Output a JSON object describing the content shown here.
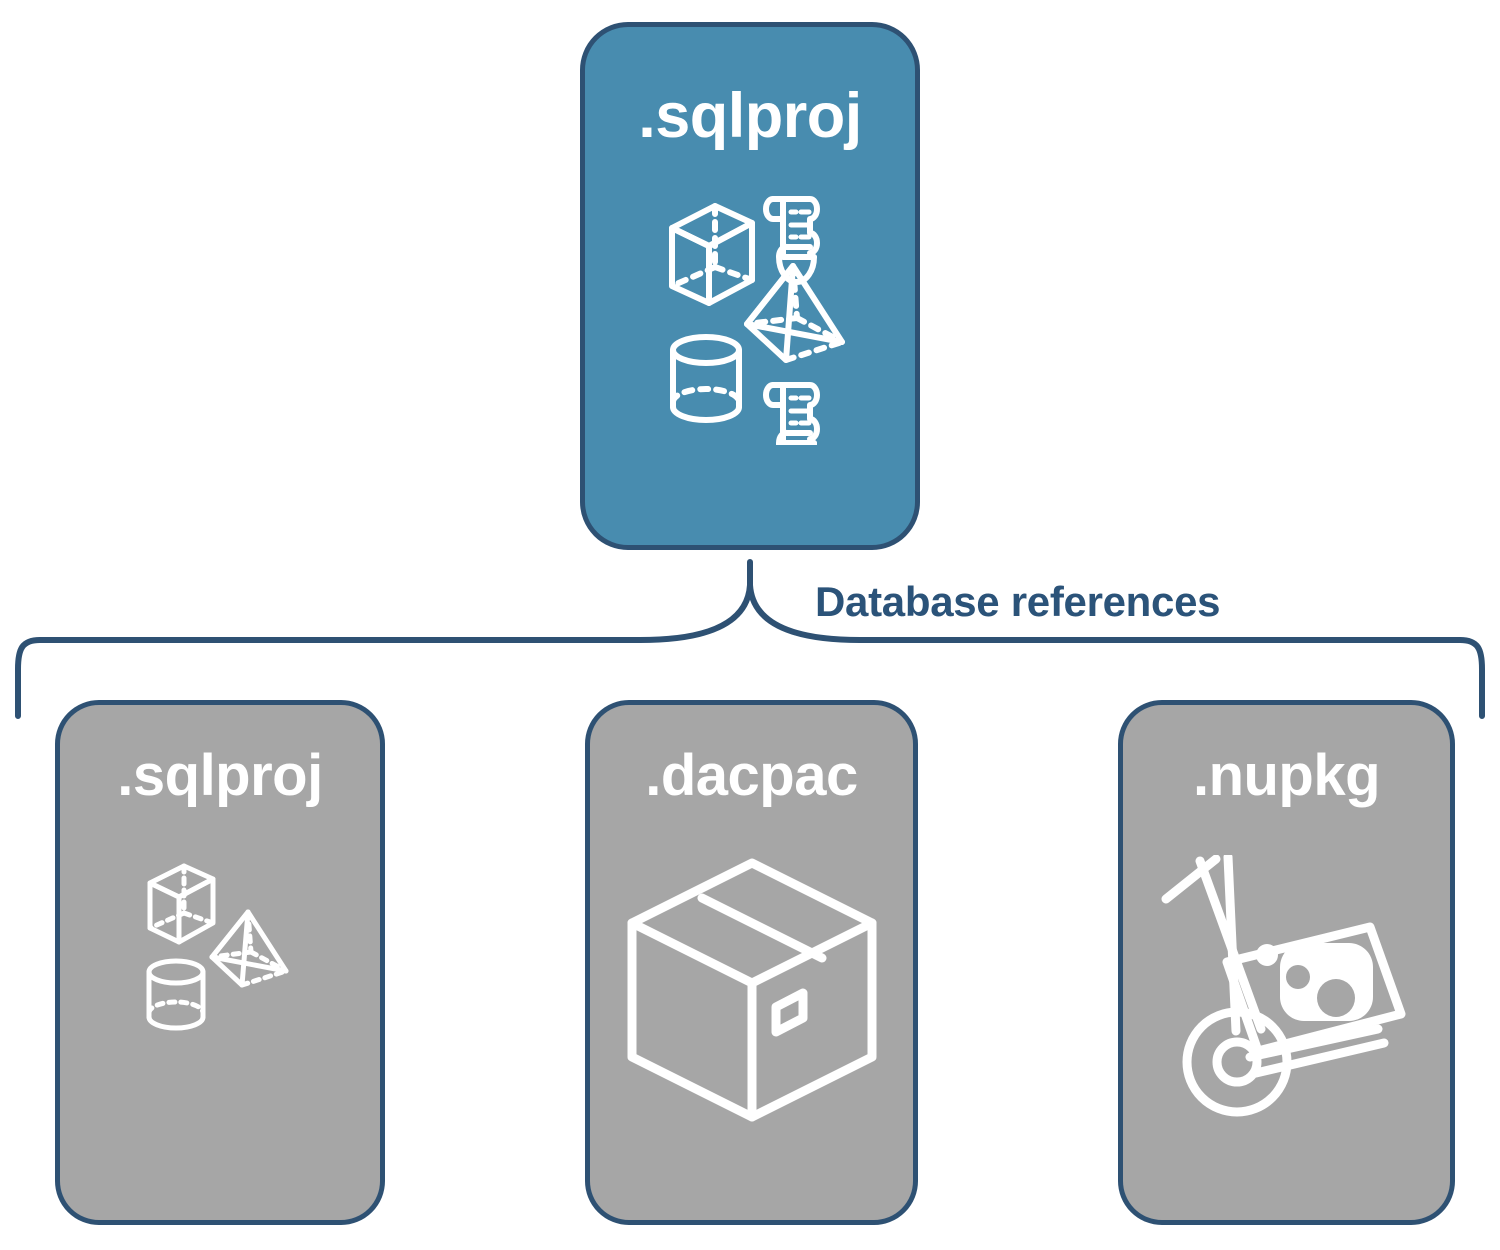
{
  "diagram": {
    "title": "Database references diagram",
    "background": "#FFFFFF",
    "colors": {
      "accent_teal": "#488CAF",
      "node_grey": "#A6A6A6",
      "outline_navy": "#2E5173",
      "label_navy": "#2B5379",
      "icon_white": "#FFFFFF"
    }
  },
  "root": {
    "label": ".sqlproj",
    "fill": "#488CAF",
    "icons": [
      "cube-icon",
      "script-scroll-icon",
      "pyramid-icon",
      "cylinder-icon",
      "script-scroll-icon"
    ]
  },
  "connector": {
    "label": "Database references",
    "style": "curly-brace",
    "color": "#2E5173"
  },
  "children": [
    {
      "label": ".sqlproj",
      "fill": "#A6A6A6",
      "icons": [
        "cube-icon",
        "pyramid-icon",
        "cylinder-icon"
      ]
    },
    {
      "label": ".dacpac",
      "fill": "#A6A6A6",
      "icons": [
        "shipping-box-icon"
      ]
    },
    {
      "label": ".nupkg",
      "fill": "#A6A6A6",
      "icons": [
        "hand-truck-package-icon"
      ]
    }
  ]
}
